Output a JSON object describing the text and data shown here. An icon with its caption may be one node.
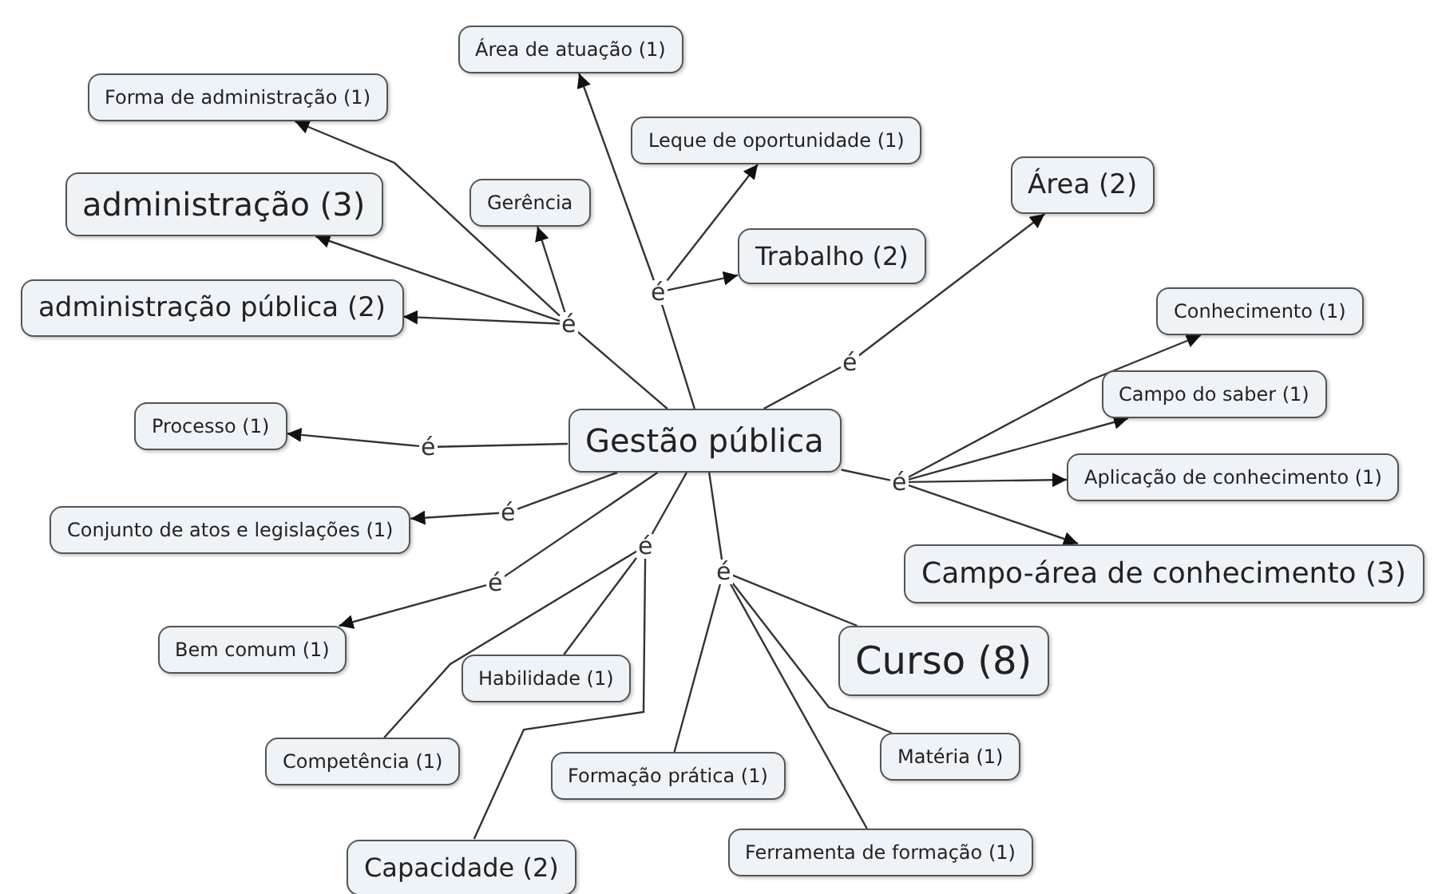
{
  "diagram": {
    "nodes": [
      {
        "text": [
          "Área de atuação (1)"
        ]
      },
      {
        "text": [
          "Forma de administração (1)"
        ]
      },
      {
        "text": [
          "Leque de oportunidade (1)"
        ]
      },
      {
        "text": [
          "administração (3)"
        ]
      },
      {
        "text": [
          "Gerência"
        ]
      },
      {
        "text": [
          "Área (2)"
        ]
      },
      {
        "text": [
          "Trabalho (2)"
        ]
      },
      {
        "text": [
          "administração pública (2)"
        ]
      },
      {
        "text": [
          "Conhecimento (1)"
        ]
      },
      {
        "text": [
          "Campo do saber (1)"
        ]
      },
      {
        "text": [
          "Processo (1)"
        ]
      },
      {
        "text": [
          "Gestão pública"
        ]
      },
      {
        "text": [
          "Aplicação de conhecimento (1)"
        ]
      },
      {
        "text": [
          "Conjunto de atos e legislações (1)"
        ]
      },
      {
        "text": [
          "Campo-área de conhecimento (3)"
        ]
      },
      {
        "text": [
          "Bem comum (1)"
        ]
      },
      {
        "text": [
          "Habilidade (1)"
        ]
      },
      {
        "text": [
          "Curso (8)"
        ]
      },
      {
        "text": [
          "Competência (1)"
        ]
      },
      {
        "text": [
          "Formação prática (1)"
        ]
      },
      {
        "text": [
          "Matéria (1)"
        ]
      },
      {
        "text": [
          "Capacidade (2)"
        ]
      },
      {
        "text": [
          "Ferramenta de formação (1)"
        ]
      },
      {
        "text": [
          "é"
        ]
      },
      {
        "text": [
          "é"
        ]
      },
      {
        "text": [
          "é"
        ]
      },
      {
        "text": [
          "é"
        ]
      },
      {
        "text": [
          "é"
        ]
      },
      {
        "text": [
          "é"
        ]
      },
      {
        "text": [
          "é"
        ]
      },
      {
        "text": [
          "é"
        ]
      },
      {
        "text": [
          "é"
        ]
      }
    ],
    "edges": [
      {
        "from": 11,
        "to": 23,
        "arrow": "none"
      },
      {
        "from": 23,
        "to": 1,
        "arrow": "to"
      },
      {
        "from": 23,
        "to": 3,
        "arrow": "to"
      },
      {
        "from": 23,
        "to": 4,
        "arrow": "to"
      },
      {
        "from": 23,
        "to": 7,
        "arrow": "to"
      },
      {
        "from": 11,
        "to": 24,
        "arrow": "none"
      },
      {
        "from": 24,
        "to": 0,
        "arrow": "to"
      },
      {
        "from": 24,
        "to": 2,
        "arrow": "to"
      },
      {
        "from": 24,
        "to": 6,
        "arrow": "to"
      },
      {
        "from": 11,
        "to": 25,
        "arrow": "none"
      },
      {
        "from": 25,
        "to": 5,
        "arrow": "to"
      },
      {
        "from": 11,
        "to": 26,
        "arrow": "none"
      },
      {
        "from": 26,
        "to": 10,
        "arrow": "to"
      },
      {
        "from": 11,
        "to": 27,
        "arrow": "none"
      },
      {
        "from": 27,
        "to": 8,
        "arrow": "to"
      },
      {
        "from": 27,
        "to": 9,
        "arrow": "to"
      },
      {
        "from": 27,
        "to": 12,
        "arrow": "to"
      },
      {
        "from": 27,
        "to": 14,
        "arrow": "to"
      },
      {
        "from": 11,
        "to": 28,
        "arrow": "none"
      },
      {
        "from": 28,
        "to": 13,
        "arrow": "to"
      },
      {
        "from": 11,
        "to": 29,
        "arrow": "none"
      },
      {
        "from": 29,
        "to": 15,
        "arrow": "to"
      },
      {
        "from": 11,
        "to": 30,
        "arrow": "none"
      },
      {
        "from": 30,
        "to": 16,
        "arrow": "none"
      },
      {
        "from": 30,
        "to": 18,
        "arrow": "none"
      },
      {
        "from": 30,
        "to": 21,
        "arrow": "none"
      },
      {
        "from": 11,
        "to": 31,
        "arrow": "none"
      },
      {
        "from": 31,
        "to": 19,
        "arrow": "none"
      },
      {
        "from": 31,
        "to": 17,
        "arrow": "none"
      },
      {
        "from": 31,
        "to": 20,
        "arrow": "none"
      },
      {
        "from": 31,
        "to": 22,
        "arrow": "none"
      }
    ]
  }
}
